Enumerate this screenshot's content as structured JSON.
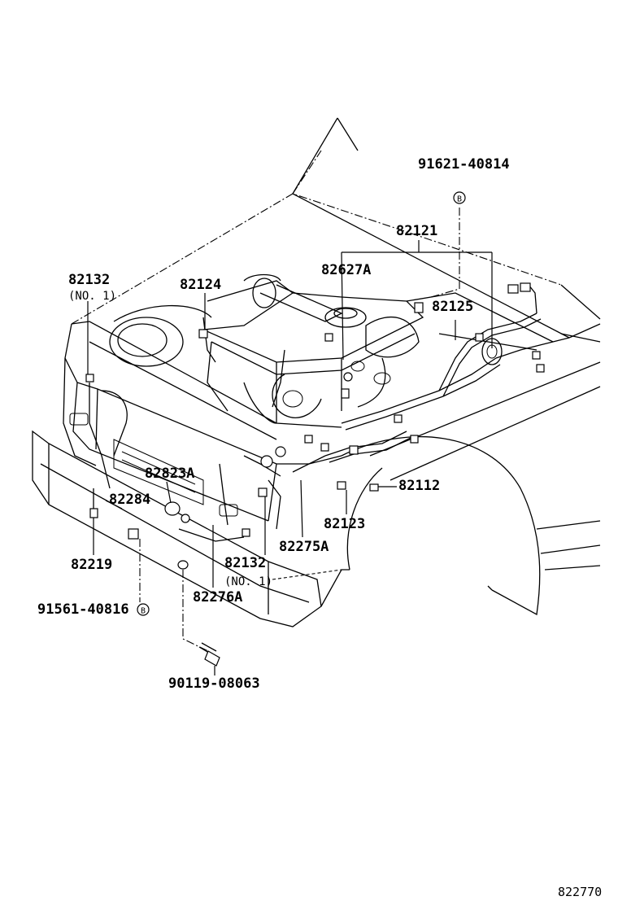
{
  "diagram": {
    "callouts": [
      {
        "id": "c91621",
        "text": "91621-40814"
      },
      {
        "id": "c82121",
        "text": "82121"
      },
      {
        "id": "c82627A",
        "text": "82627A"
      },
      {
        "id": "c82125",
        "text": "82125"
      },
      {
        "id": "c82124",
        "text": "82124"
      },
      {
        "id": "c82132a",
        "text": "82132"
      },
      {
        "id": "c82132a_sub",
        "text": "(NO. 1)"
      },
      {
        "id": "c82823A",
        "text": "82823A"
      },
      {
        "id": "c82284",
        "text": "82284"
      },
      {
        "id": "c82112",
        "text": "82112"
      },
      {
        "id": "c82123",
        "text": "82123"
      },
      {
        "id": "c82275A",
        "text": "82275A"
      },
      {
        "id": "c82132b",
        "text": "82132"
      },
      {
        "id": "c82132b_sub",
        "text": "(NO. 1)"
      },
      {
        "id": "c82219",
        "text": "82219"
      },
      {
        "id": "c82276A",
        "text": "82276A"
      },
      {
        "id": "c91561",
        "text": "91561-40816"
      },
      {
        "id": "c90119",
        "text": "90119-08063"
      }
    ],
    "marker_letter": "B",
    "figure_number": "822770"
  }
}
